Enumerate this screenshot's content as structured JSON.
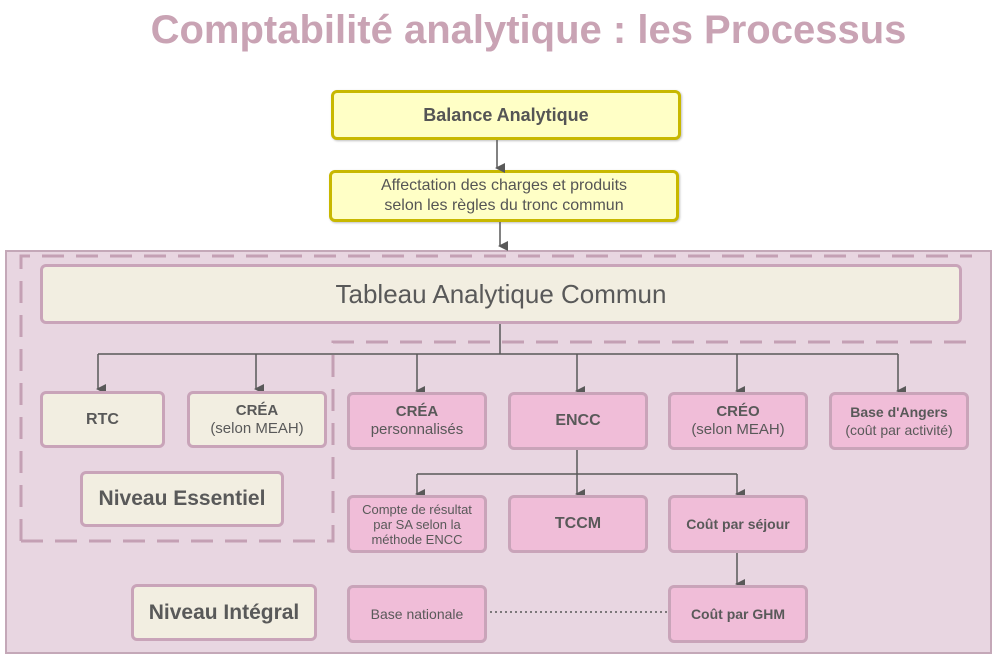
{
  "title": "Comptabilité analytique : les Processus",
  "top": {
    "balance": "Balance Analytique",
    "affectation_line1": "Affectation des charges et produits",
    "affectation_line2": "selon les règles du tronc commun"
  },
  "tac": "Tableau Analytique Commun",
  "boxes": {
    "rtc": "RTC",
    "crea_meah_title": "CRÉA",
    "crea_meah_sub": "(selon MEAH)",
    "crea_perso_title": "CRÉA",
    "crea_perso_sub": "personnalisés",
    "encc": "ENCC",
    "creo_title": "CRÉO",
    "creo_sub": "(selon MEAH)",
    "angers_title": "Base d'Angers",
    "angers_sub": "(coût par activité)",
    "compte_line1": "Compte de résultat",
    "compte_line2": "par SA selon la",
    "compte_line3": "méthode ENCC",
    "tccm": "TCCM",
    "cout_sejour": "Coût par séjour",
    "base_nationale": "Base nationale",
    "cout_ghm": "Coût par GHM"
  },
  "levels": {
    "essentiel": "Niveau Essentiel",
    "integral": "Niveau Intégral"
  },
  "colors": {
    "title": "#c9a3b4",
    "yellow_fill": "#ffffc6",
    "yellow_border": "#c8b800",
    "region_fill": "#e8d6e1",
    "beige_fill": "#f2eee1",
    "pink_fill": "#f0bdd8",
    "border": "#c9a4b9",
    "line": "#595959"
  }
}
